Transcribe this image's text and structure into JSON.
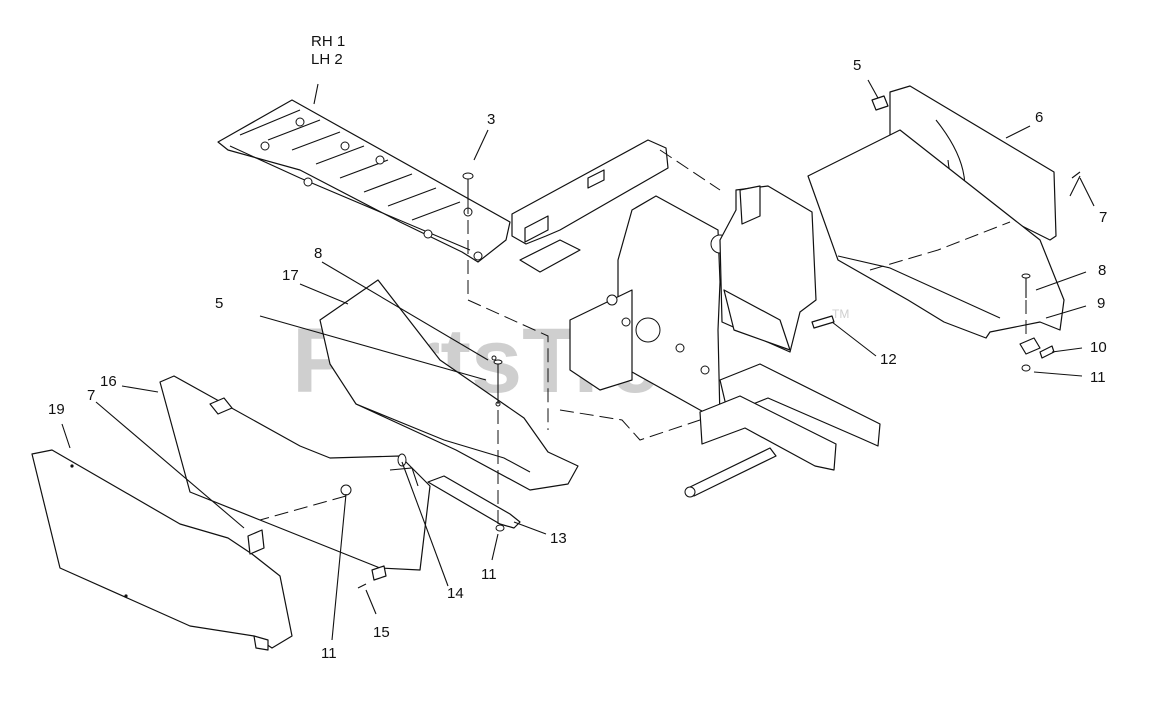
{
  "watermark": {
    "text": "PartsTree",
    "trademark": "TM"
  },
  "callouts": {
    "c_rh": "RH 1",
    "c_lh": "LH 2",
    "c3": "3",
    "c5a": "5",
    "c6": "6",
    "c7a": "7",
    "c8a": "8",
    "c9": "9",
    "c10": "10",
    "c11a": "11",
    "c8b": "8",
    "c17": "17",
    "c5b": "5",
    "c12": "12",
    "c16": "16",
    "c7b": "7",
    "c19": "19",
    "c13": "13",
    "c11b": "11",
    "c14": "14",
    "c15": "15",
    "c11c": "11"
  }
}
